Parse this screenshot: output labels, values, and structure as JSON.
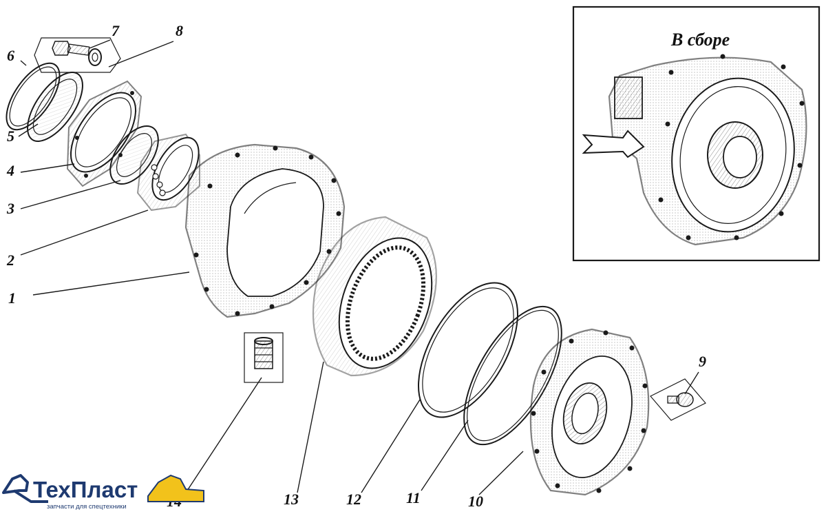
{
  "inset": {
    "title": "В сборе"
  },
  "callouts": [
    {
      "id": "1",
      "label": "1"
    },
    {
      "id": "2",
      "label": "2"
    },
    {
      "id": "3",
      "label": "3"
    },
    {
      "id": "4",
      "label": "4"
    },
    {
      "id": "5",
      "label": "5"
    },
    {
      "id": "6",
      "label": "6"
    },
    {
      "id": "7",
      "label": "7"
    },
    {
      "id": "8",
      "label": "8"
    },
    {
      "id": "9",
      "label": "9"
    },
    {
      "id": "10",
      "label": "10"
    },
    {
      "id": "11",
      "label": "11"
    },
    {
      "id": "12",
      "label": "12"
    },
    {
      "id": "13",
      "label": "13"
    },
    {
      "id": "14",
      "label": "14"
    }
  ],
  "logo": {
    "name": "ТехПласт",
    "tagline": "запчасти для спецтехники",
    "color": "#1e3a70",
    "accent": "#f2c21b"
  }
}
